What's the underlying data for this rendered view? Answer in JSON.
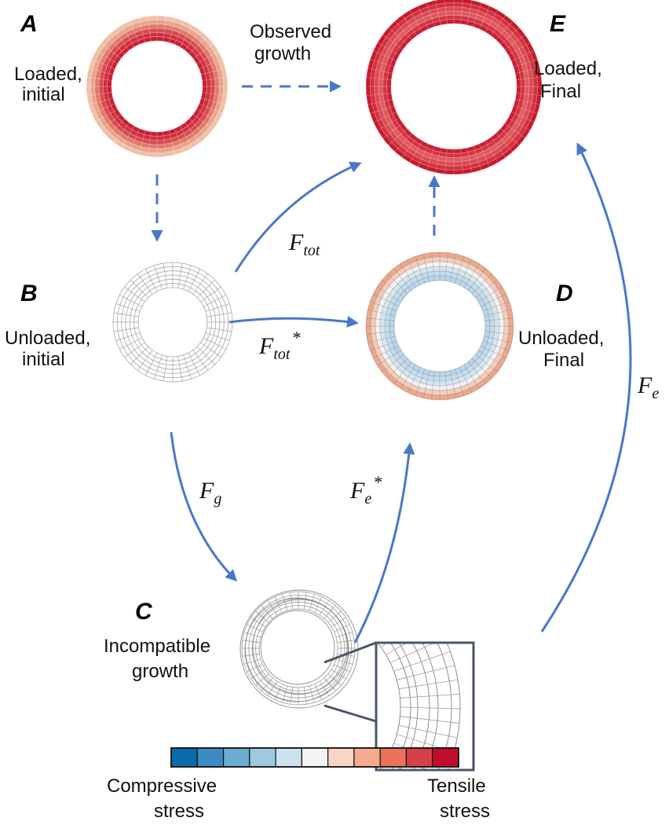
{
  "panels": {
    "A": {
      "letter": "A",
      "line1": "Loaded,",
      "line2": "initial"
    },
    "B": {
      "letter": "B",
      "line1": "Unloaded,",
      "line2": "initial"
    },
    "C": {
      "letter": "C",
      "line1": "Incompatible",
      "line2": "growth"
    },
    "D": {
      "letter": "D",
      "line1": "Unloaded,",
      "line2": "Final"
    },
    "E": {
      "letter": "E",
      "line1": "Loaded,",
      "line2": "Final"
    }
  },
  "observed_growth": {
    "line1": "Observed",
    "line2": "growth"
  },
  "maps": {
    "F_tot": {
      "base": "F",
      "sub": "tot",
      "sup": ""
    },
    "F_tot_star": {
      "base": "F",
      "sub": "tot",
      "sup": "*"
    },
    "F_g": {
      "base": "F",
      "sub": "g",
      "sup": ""
    },
    "F_e_star": {
      "base": "F",
      "sub": "e",
      "sup": "*"
    },
    "F_e": {
      "base": "F",
      "sub": "e",
      "sup": ""
    }
  },
  "colorbar": {
    "colors": [
      "#0a6aac",
      "#3b8cc0",
      "#6badd2",
      "#9ecae1",
      "#cde2ef",
      "#f4f4f4",
      "#f9d5c6",
      "#f5ac8c",
      "#e8735a",
      "#d6404a",
      "#c10d2a"
    ],
    "left_label": {
      "line1": "Compressive",
      "line2": "stress"
    },
    "right_label": {
      "line1": "Tensile",
      "line2": "stress"
    }
  },
  "colors": {
    "arrow": "#4a78c8",
    "tensile": "#c81e32",
    "compressive": "#a9cde4",
    "mesh": "#9a9a9a",
    "inset_frame": "#4a5668"
  }
}
